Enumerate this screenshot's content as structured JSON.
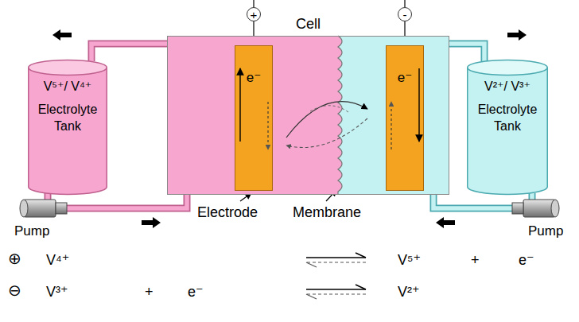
{
  "diagram": {
    "nodes": [
      {
        "text": [
          "V⁵⁺/ V⁴⁺",
          "Electrolyte Tank"
        ]
      },
      {
        "text": [
          "+"
        ]
      },
      {
        "text": [
          "-"
        ]
      },
      {
        "text": [
          "Cell"
        ]
      },
      {
        "text": [
          "e⁻"
        ],
        "in": 3
      },
      {
        "text": [
          "e⁻"
        ],
        "in": 3
      },
      {
        "text": [
          "V²⁺/ V³⁺",
          "Electrolyte Tank"
        ]
      }
    ],
    "edges": [
      {
        "from": 3,
        "to": 0,
        "arrow": "to"
      },
      {
        "from": 0,
        "to": 3,
        "arrow": "to"
      },
      {
        "from": 3,
        "to": 6,
        "arrow": "to"
      },
      {
        "from": 6,
        "to": 3,
        "arrow": "to"
      },
      {
        "from": 1,
        "to": 4,
        "arrow": "none"
      },
      {
        "from": 2,
        "to": 5,
        "arrow": "none"
      }
    ],
    "labels": [
      "Electrode",
      "Membrane",
      "Pump",
      "Pump",
      "⊕",
      "V⁴⁺",
      "V⁵⁺",
      "+",
      "e⁻",
      "⊖",
      "V³⁺",
      "+",
      "e⁻",
      "V²⁺"
    ]
  }
}
